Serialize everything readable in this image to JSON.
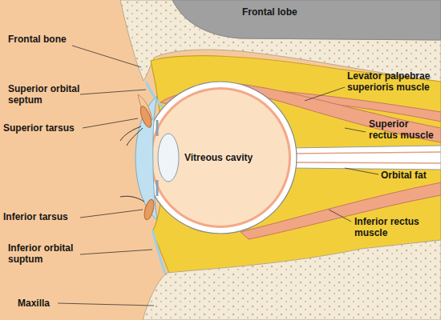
{
  "diagram": {
    "labels": [
      "Frontal lobe",
      "Frontal bone",
      "Superior orbital septum",
      "Superior tarsus",
      "Vitreous cavity",
      "Inferior tarsus",
      "Inferior orbital suptum",
      "Maxilla",
      "Levator palpebrae superioris muscle",
      "Superior rectus muscle",
      "Orbital fat",
      "Inferior rectus muscle"
    ]
  }
}
